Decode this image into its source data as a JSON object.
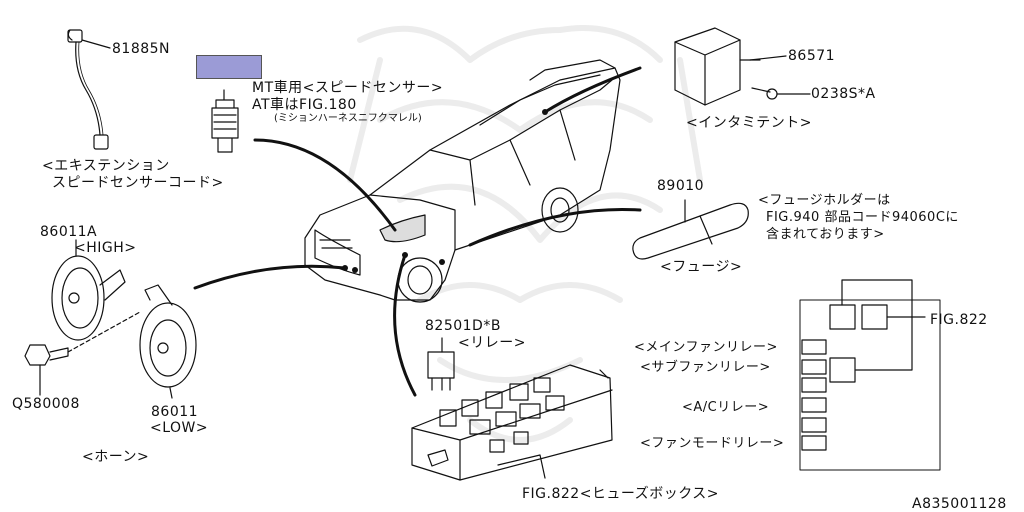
{
  "parts": {
    "ext_cord": {
      "number": "81885N",
      "caption_1": "<エキステンション",
      "caption_2": "スピードセンサーコード>"
    },
    "speed_sensor": {
      "line_1": "MT車用<スピードセンサー>",
      "line_2": "AT車はFIG.180",
      "line_3": "(ミションハーネスニフクマレル)"
    },
    "intermittent": {
      "number": "86571",
      "bolt_number": "0238S*A",
      "caption": "<インタミテント>"
    },
    "fuse": {
      "number": "89010",
      "note_1": "<フュージホルダーは",
      "note_2": "FIG.940 部品コード94060Cに",
      "note_3": "含まれております>",
      "caption": "<フュージ>"
    },
    "horn_high": {
      "number": "86011A",
      "caption": "<HIGH>"
    },
    "horn_low": {
      "number": "86011",
      "caption": "<LOW>"
    },
    "horn_bolt": {
      "number": "Q580008"
    },
    "horn_group": {
      "caption": "<ホーン>"
    },
    "relay": {
      "number": "82501D*B",
      "caption": "<リレー>"
    },
    "fuse_box": {
      "caption": "FIG.822<ヒューズボックス>"
    },
    "relay_panel": {
      "fig": "FIG.822",
      "main_fan": "<メインファンリレー>",
      "sub_fan": "<サブファンリレー>",
      "ac": "<A/Cリレー>",
      "fan_mode": "<ファンモードリレー>"
    }
  },
  "diagram_id": "A835001128",
  "colors": {
    "highlight": "#9b9bd6",
    "line": "#111111"
  }
}
